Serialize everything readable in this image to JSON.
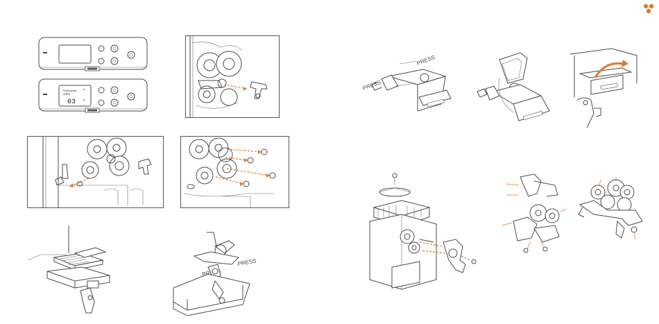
{
  "brand": {
    "dot_color": "#e07a2e"
  },
  "panel_2": {
    "display_line1": "Professional",
    "display_line2": "setting",
    "display_value": "03"
  },
  "labels": {
    "press_a_left": "PRESS",
    "press_a_right": "PRESS",
    "press_b_left": "PRESS",
    "press_b_right": "PRESS"
  },
  "icons": [
    "logo-dots-icon",
    "power-icon",
    "plus-icon",
    "minus-icon"
  ]
}
